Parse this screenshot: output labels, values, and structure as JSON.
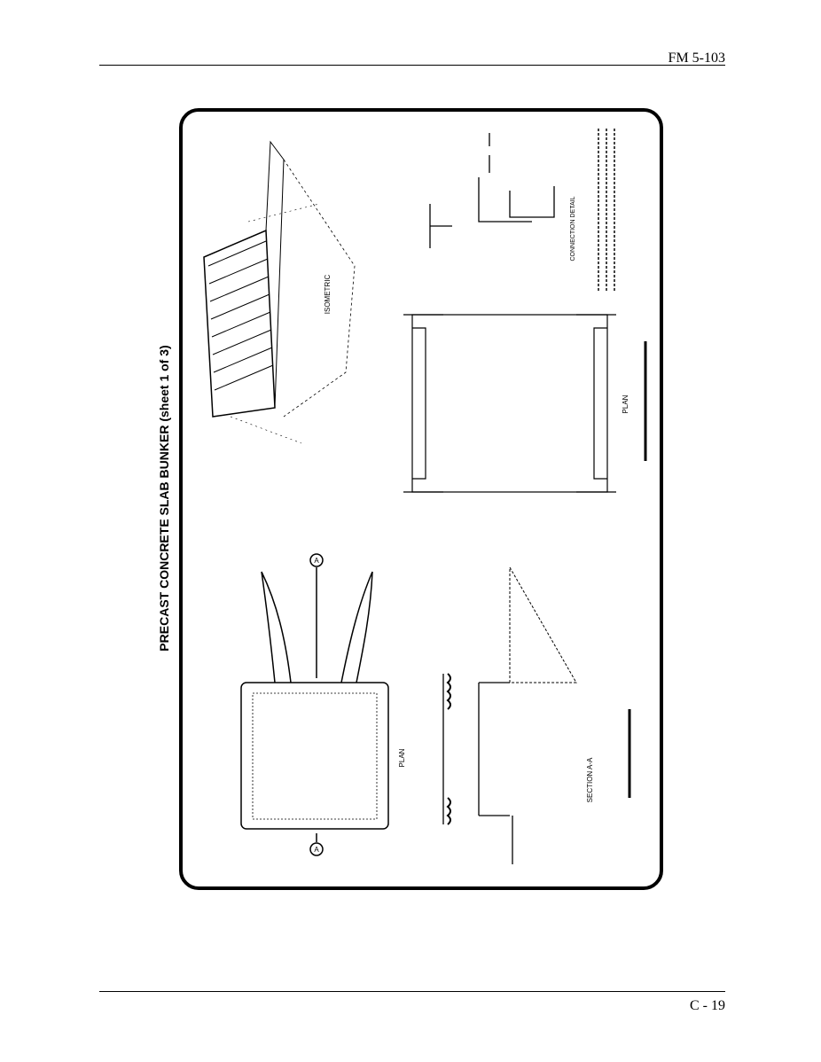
{
  "header": {
    "doc_id": "FM 5-103"
  },
  "footer": {
    "page_number": "C - 19"
  },
  "figure": {
    "title": "PRECAST CONCRETE SLAB BUNKER (sheet 1 of 3)",
    "labels": {
      "isometric": "ISOMETRIC",
      "plan_top": "PLAN",
      "connection_detail": "CONNECTION DETAIL",
      "plan_bottom": "PLAN",
      "section": "SECTION A-A",
      "section_marker": "A"
    }
  }
}
